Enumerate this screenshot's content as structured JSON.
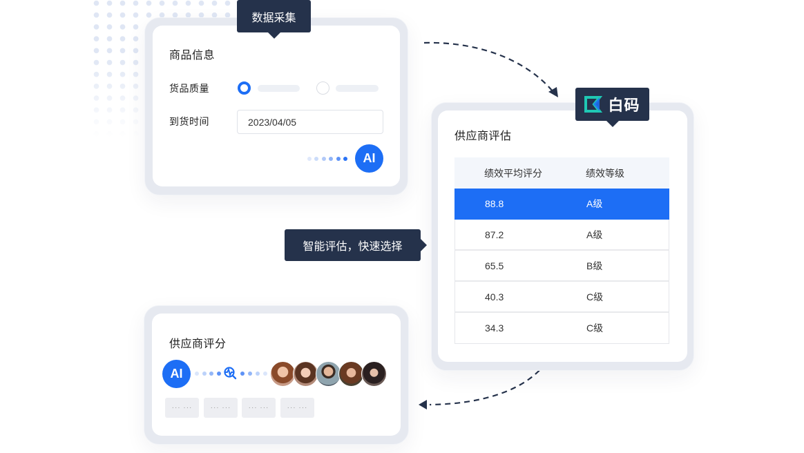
{
  "colors": {
    "accent": "#1d6ef5",
    "tooltip_bg": "#25324b",
    "card_frame": "#e6e9f0",
    "table_header_bg": "#f3f6fb",
    "logo_teal": "#1fc8b4",
    "logo_blue": "#1d6ef5"
  },
  "data_collection_tip": {
    "label": "数据采集"
  },
  "product_card": {
    "title": "商品信息",
    "quality_label": "货品质量",
    "quality_options": [
      {
        "selected": true
      },
      {
        "selected": false
      }
    ],
    "arrival_label": "到货时间",
    "arrival_value": "2023/04/05",
    "ai_badge": "AI"
  },
  "brand_tip": {
    "logo_icon": "baima-logo-icon",
    "label": "白码"
  },
  "evaluation_card": {
    "title": "供应商评估",
    "table": {
      "headers": [
        "绩效平均评分",
        "绩效等级"
      ],
      "rows": [
        {
          "score": "88.8",
          "grade": "A级",
          "selected": true
        },
        {
          "score": "87.2",
          "grade": "A级",
          "selected": false
        },
        {
          "score": "65.5",
          "grade": "B级",
          "selected": false
        },
        {
          "score": "40.3",
          "grade": "C级",
          "selected": false
        },
        {
          "score": "34.3",
          "grade": "C级",
          "selected": false
        }
      ]
    }
  },
  "smart_tip": {
    "label": "智能评估，快速选择"
  },
  "scoring_card": {
    "title": "供应商评分",
    "ai_badge": "AI",
    "analysis_icon": "pulse-search-icon",
    "avatars": [
      {
        "name": "supplier-avatar-1"
      },
      {
        "name": "supplier-avatar-2"
      },
      {
        "name": "supplier-avatar-3"
      },
      {
        "name": "supplier-avatar-4"
      },
      {
        "name": "supplier-avatar-5"
      }
    ],
    "chips": [
      "··· ···",
      "··· ···",
      "··· ···",
      "··· ···"
    ]
  }
}
